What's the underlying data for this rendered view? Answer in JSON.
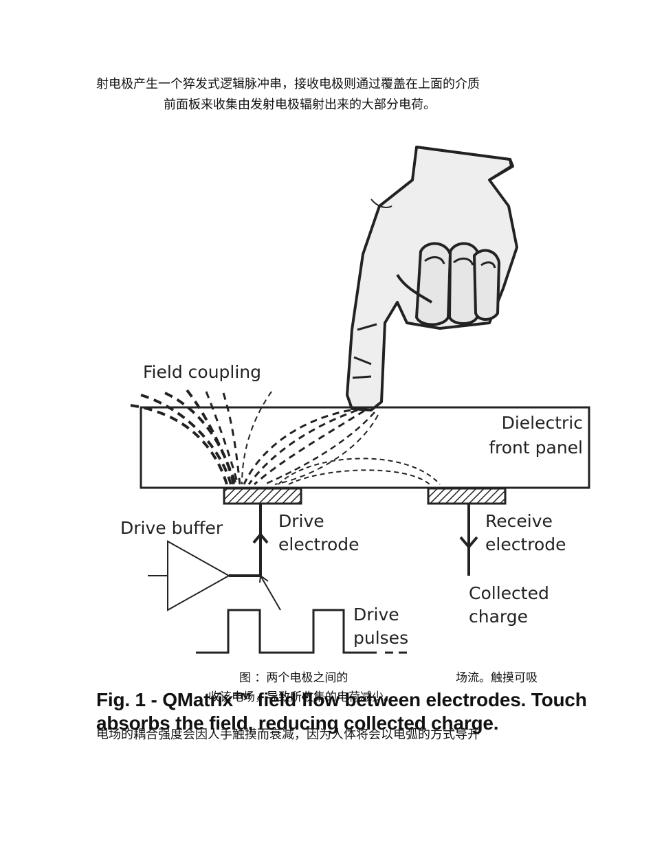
{
  "paragraph_top": {
    "line1": "射电极产生一个猝发式逻辑脉冲串，接收电极则通过覆盖在上面的介质",
    "line2": "前面板来收集由发射电极辐射出来的大部分电荷。"
  },
  "diagram": {
    "field_coupling": "Field coupling",
    "dielectric_line1": "Dielectric",
    "dielectric_line2": "front panel",
    "drive_buffer": "Drive buffer",
    "drive_electrode_line1": "Drive",
    "drive_electrode_line2": "electrode",
    "receive_electrode_line1": "Receive",
    "receive_electrode_line2": "electrode",
    "collected_charge_line1": "Collected",
    "collected_charge_line2": "charge",
    "drive_pulses_line1": "Drive",
    "drive_pulses_line2": "pulses"
  },
  "caption_cn": {
    "part1": "图   ：两个电极之间的",
    "part2": "场流。触摸可吸",
    "line2": "收该电场，导致所收集的电荷减少。"
  },
  "caption_en": {
    "line1": "Fig. 1 - QMatrix™ field flow between electrodes. Touch",
    "line2": "absorbs the field, reducing collected charge."
  },
  "paragraph_bottom": {
    "line1": "电场的耦合强度会因人手触摸而衰减，因为人体将会以电弧的方式导开"
  }
}
